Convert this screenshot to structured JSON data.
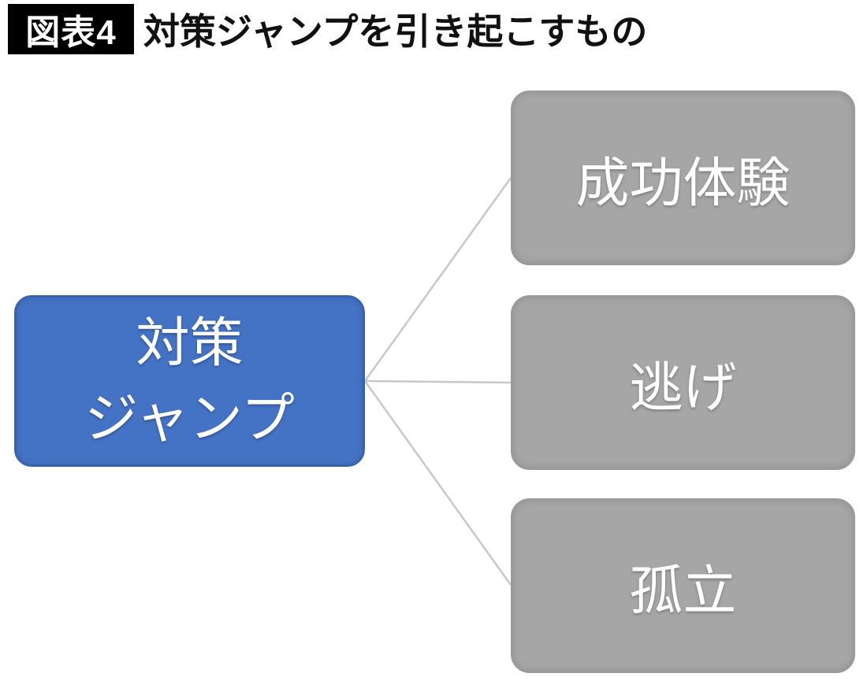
{
  "title": {
    "badge": "図表4",
    "text": "対策ジャンプを引き起こすもの"
  },
  "diagram": {
    "type": "fan-out",
    "center_node": {
      "label_lines": [
        "対策",
        "ジャンプ"
      ]
    },
    "branch_nodes": [
      {
        "label": "成功体験"
      },
      {
        "label": "逃げ"
      },
      {
        "label": "孤立"
      }
    ],
    "colors": {
      "center_fill": "#4472C4",
      "center_border": "#3A63AF",
      "branch_fill": "#A6A6A6",
      "branch_border": "#9A9A9A",
      "connector": "#C8C8C8",
      "node_text": "#FFFFFF",
      "title_text": "#111111",
      "badge_background": "#000000",
      "badge_text": "#FFFFFF",
      "page_background": "#FFFFFF"
    }
  }
}
